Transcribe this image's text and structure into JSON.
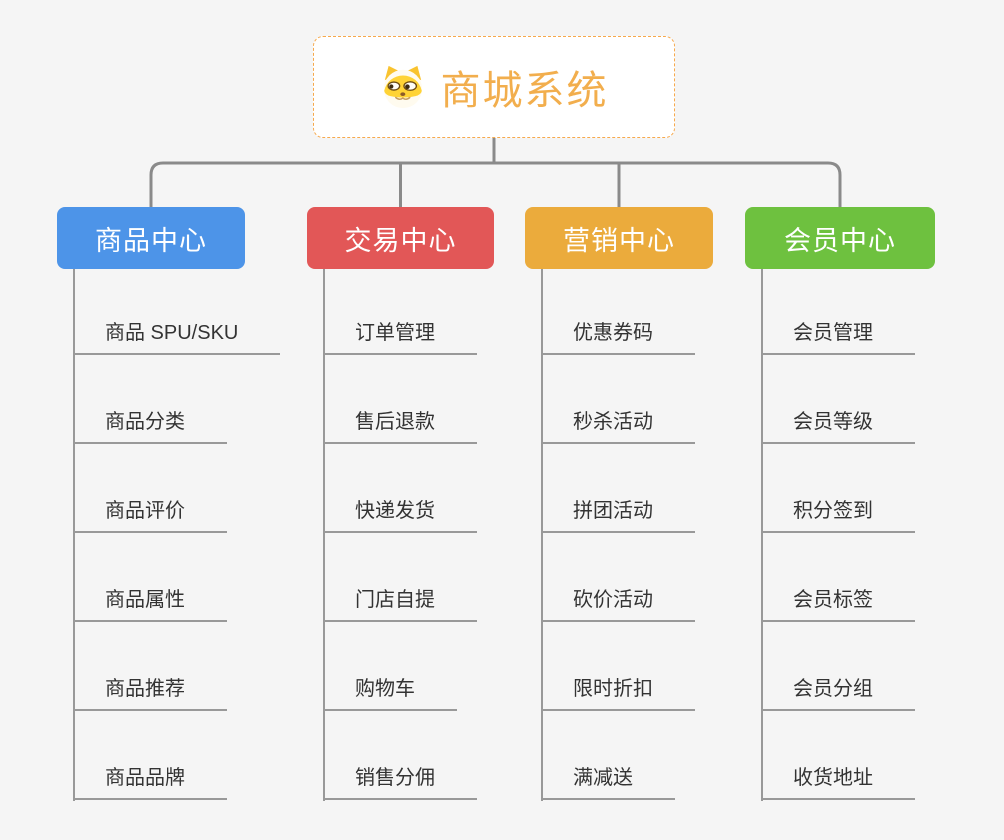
{
  "root": {
    "title": "商城系统",
    "icon": "doge-icon"
  },
  "branches": [
    {
      "id": "product-center",
      "title": "商品中心",
      "color": "#4D94E8",
      "items": [
        "商品 SPU/SKU",
        "商品分类",
        "商品评价",
        "商品属性",
        "商品推荐",
        "商品品牌"
      ]
    },
    {
      "id": "trade-center",
      "title": "交易中心",
      "color": "#E25757",
      "items": [
        "订单管理",
        "售后退款",
        "快递发货",
        "门店自提",
        "购物车",
        "销售分佣"
      ]
    },
    {
      "id": "marketing-center",
      "title": "营销中心",
      "color": "#EBAB3C",
      "items": [
        "优惠券码",
        "秒杀活动",
        "拼团活动",
        "砍价活动",
        "限时折扣",
        "满减送"
      ]
    },
    {
      "id": "member-center",
      "title": "会员中心",
      "color": "#6EC13F",
      "items": [
        "会员管理",
        "会员等级",
        "积分签到",
        "会员标签",
        "会员分组",
        "收货地址"
      ]
    }
  ],
  "colors": {
    "background": "#F5F5F5",
    "connector": "#8A8A8A",
    "item_line": "#999999",
    "item_text": "#333333",
    "root_border": "#F7A94C",
    "root_text": "#F2AE4D"
  }
}
